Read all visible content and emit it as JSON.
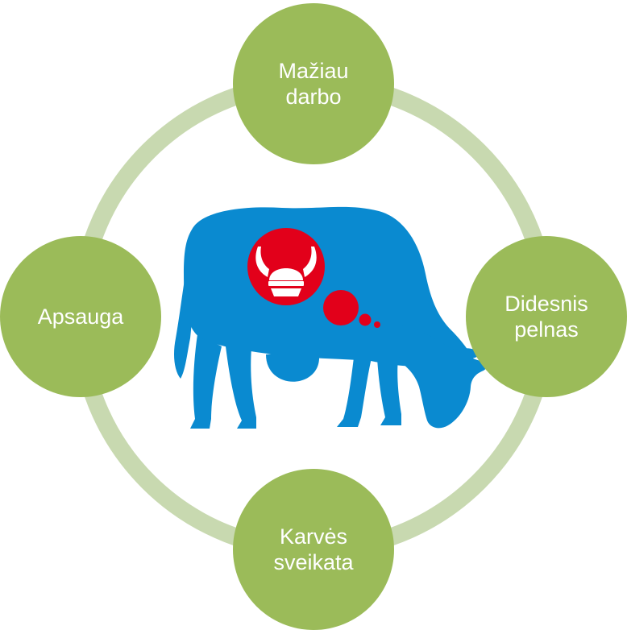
{
  "diagram": {
    "nodes": [
      {
        "id": "top",
        "lines": [
          "Mažiau",
          "darbo"
        ]
      },
      {
        "id": "right",
        "lines": [
          "Didesnis",
          "pelnas"
        ]
      },
      {
        "id": "bottom",
        "lines": [
          "Karvės",
          "sveikata"
        ]
      },
      {
        "id": "left",
        "lines": [
          "Apsauga"
        ]
      }
    ]
  },
  "colors": {
    "ring": "#c8d9b0",
    "node": "#9bbb59",
    "node_text": "#ffffff",
    "cow": "#0a8ad0",
    "badge": "#e2001a",
    "badge_icon": "#ffffff"
  },
  "icons": {
    "center_figure": "grazing-cow-icon",
    "badge": "horned-helmet-icon"
  }
}
